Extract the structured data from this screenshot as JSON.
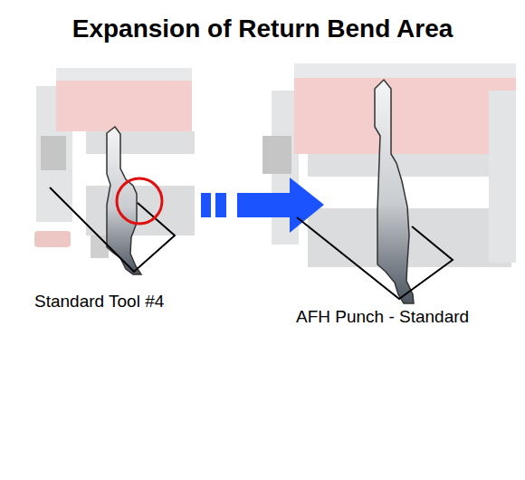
{
  "diagram": {
    "title": "Expansion of Return Bend Area",
    "labels": [
      "Standard Tool #4",
      "AFH Punch - Standard"
    ]
  }
}
